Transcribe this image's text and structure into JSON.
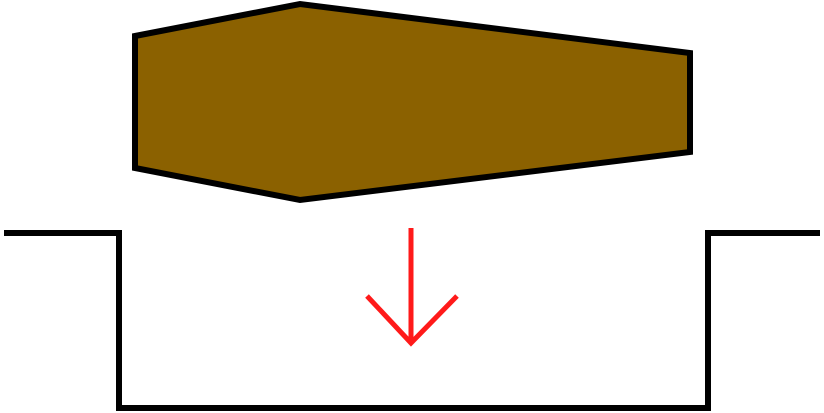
{
  "diagram": {
    "objects": [
      {
        "name": "coffin",
        "shape": "elongated-hexagon",
        "fill": "#8B6100",
        "stroke": "#000000"
      },
      {
        "name": "grave-pit",
        "shape": "rectangular-trench",
        "stroke": "#000000"
      },
      {
        "name": "down-arrow",
        "direction": "down",
        "color": "#FF1A1A"
      }
    ],
    "colors": {
      "background": "#FFFFFF",
      "coffin_fill": "#8B6100",
      "outline": "#000000",
      "arrow": "#FF1A1A"
    }
  }
}
